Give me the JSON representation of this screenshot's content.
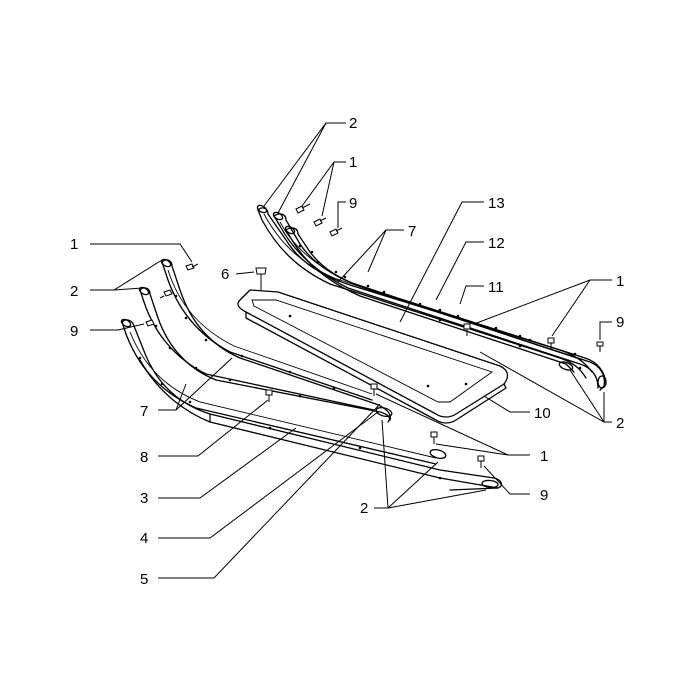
{
  "callouts": {
    "c2_top": "2",
    "c1_top": "1",
    "c9_top": "9",
    "c13": "13",
    "c7_top": "7",
    "c12": "12",
    "c1_left": "1",
    "c6": "6",
    "c1_right": "1",
    "c11": "11",
    "c2_left": "2",
    "c9_right": "9",
    "c9_left": "9",
    "c2_right": "2",
    "c7_left": "7",
    "c10": "10",
    "c8": "8",
    "c1_bottom": "1",
    "c3": "3",
    "c9_bottom": "9",
    "c2_bottom": "2",
    "c4": "4",
    "c5": "5"
  }
}
